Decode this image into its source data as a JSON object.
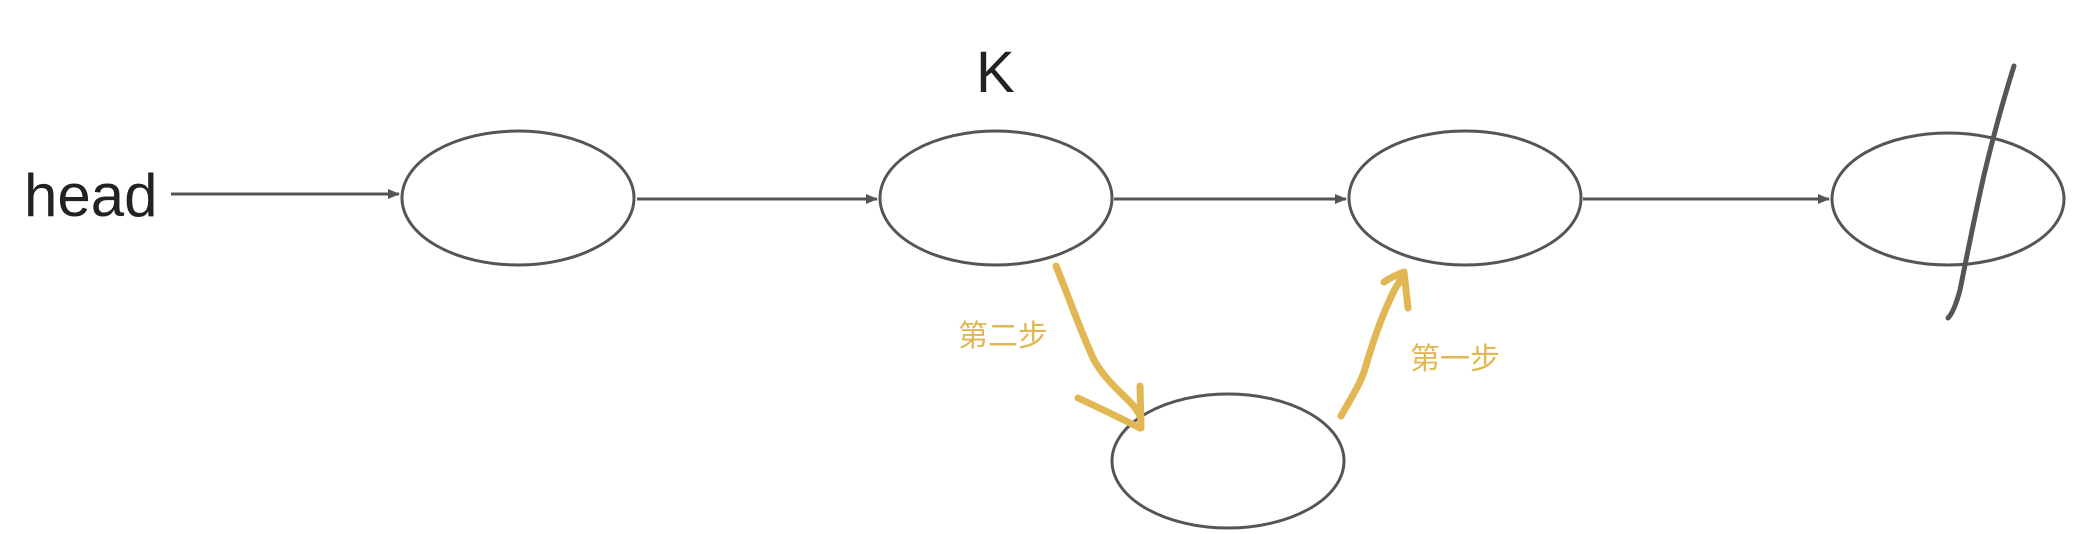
{
  "labels": {
    "head": "head",
    "k": "K",
    "step_two": "第二步",
    "step_one": "第一步"
  },
  "colors": {
    "node_stroke": "#555555",
    "step_annotation": "#e0b752",
    "text": "#222222"
  },
  "nodes": [
    {
      "id": "node-1"
    },
    {
      "id": "node-k"
    },
    {
      "id": "node-3"
    },
    {
      "id": "node-null"
    },
    {
      "id": "node-new"
    }
  ],
  "edges": [
    {
      "from": "head",
      "to": "node-1"
    },
    {
      "from": "node-1",
      "to": "node-k"
    },
    {
      "from": "node-k",
      "to": "node-3"
    },
    {
      "from": "node-3",
      "to": "node-null"
    },
    {
      "from": "node-k",
      "to": "node-new",
      "style": "handdrawn",
      "annotation": "step_two"
    },
    {
      "from": "node-new",
      "to": "node-3",
      "style": "handdrawn",
      "annotation": "step_one"
    }
  ]
}
